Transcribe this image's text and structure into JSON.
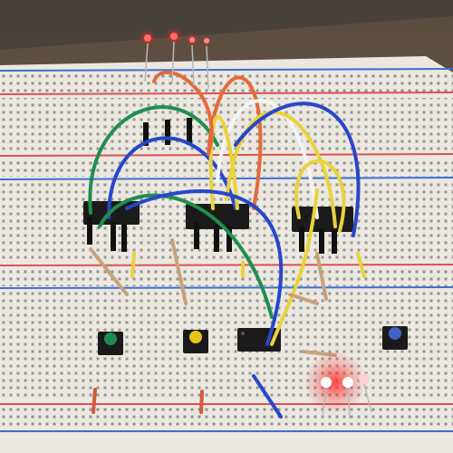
{
  "scene": {
    "subject": "breadboard-circuit-photo",
    "colors": {
      "table": "#6b5a4a",
      "board": "#ece9e2",
      "rail_red": "#d9534f",
      "rail_blue": "#3d6fd1",
      "wire_green": "#1f8f4e",
      "wire_blue": "#2747c9",
      "wire_yellow": "#e9d23c",
      "wire_orange": "#e46a3a",
      "wire_white": "#f4f4f4",
      "led_red": "#ff2d2d",
      "chip": "#1b1b1b"
    },
    "buttons": [
      {
        "cap": "green",
        "color": "#1f8a55"
      },
      {
        "cap": "yellow",
        "color": "#e8c21a"
      },
      {
        "cap": "blue",
        "color": "#3f63c4"
      }
    ],
    "led_count_top": 4,
    "led_count_bottom": 3,
    "chip_count": 4
  }
}
